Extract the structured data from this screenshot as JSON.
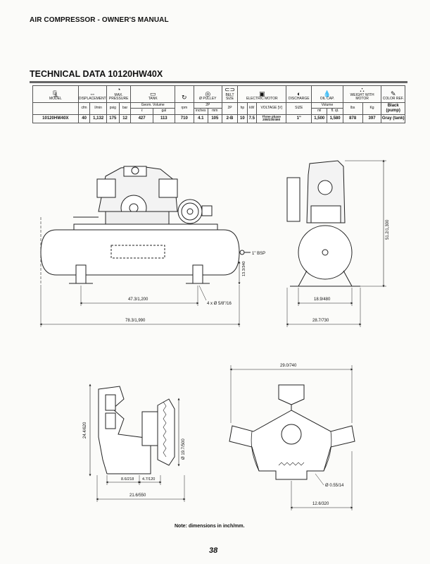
{
  "header": "AIR COMPRESSOR - OWNER'S MANUAL",
  "section_title": "TECHNICAL DATA 10120HW40X",
  "table": {
    "headers": {
      "model": "MODEL",
      "displacement": "DISPLACEMENT",
      "max_pressure": "MAX. PRESSURE",
      "tank": "TANK",
      "pulley": "Ø PULLEY",
      "belt_size": "BELT SIZE",
      "electric_motor": "ELECTRIC MOTOR",
      "discharge": "DISCHARGE",
      "oil_cap": "OIL CAP.",
      "weight_with_motor": "WEIGHT WITH MOTOR",
      "color_ref": "COLOR REF."
    },
    "subheaders": {
      "geom_volume": "Geom. Volume",
      "pulley_2p": "2P",
      "discharge_size": "SIZE",
      "oil_volume": "Volume"
    },
    "units": [
      "cfm",
      "l/min",
      "psig",
      "bar",
      "ℓ",
      "gal",
      "rpm",
      "inches",
      "mm",
      "2P",
      "hp",
      "kW",
      "VOLTAGE [V]",
      "SIZE",
      "ml",
      "fl. qt.",
      "lbs",
      "Kg",
      "Black (pump)"
    ],
    "row": {
      "model": "10120HW40X",
      "cfm": "40",
      "lmin": "1,132",
      "psig": "175",
      "bar": "12",
      "liters": "427",
      "gal": "113",
      "rpm": "710",
      "inches": "4.1",
      "mm": "105",
      "belt": "2-B",
      "hp": "10",
      "kw": "7.5",
      "voltage": "Three phase 208/230/460",
      "discharge": "1\"",
      "ml": "1,500",
      "flqt": "1,580",
      "lbs": "878",
      "kg": "397",
      "color": "Gray (tank)"
    }
  },
  "dimensions": {
    "bsp": "1\" BSP",
    "foot_height": "13.3/340",
    "foot_spacing": "47.3/1,200",
    "holes": "4 x Ø 5/8\"/16",
    "overall_length": "78.3/1,990",
    "overall_height": "51.2/1,300",
    "side_foot": "18.9/480",
    "side_width": "28.7/730",
    "pump_height": "24.4/620",
    "pump_flywheel_dia": "Ø 19.7/500",
    "pump_offset_a": "8.6/218",
    "pump_offset_b": "4.7/120",
    "pump_depth": "21.6/550",
    "head_width": "29.0/740",
    "head_hole": "Ø 0.55/14",
    "head_offset": "12.6/320"
  },
  "note": "Note: dimensions in inch/mm.",
  "page_number": "38"
}
